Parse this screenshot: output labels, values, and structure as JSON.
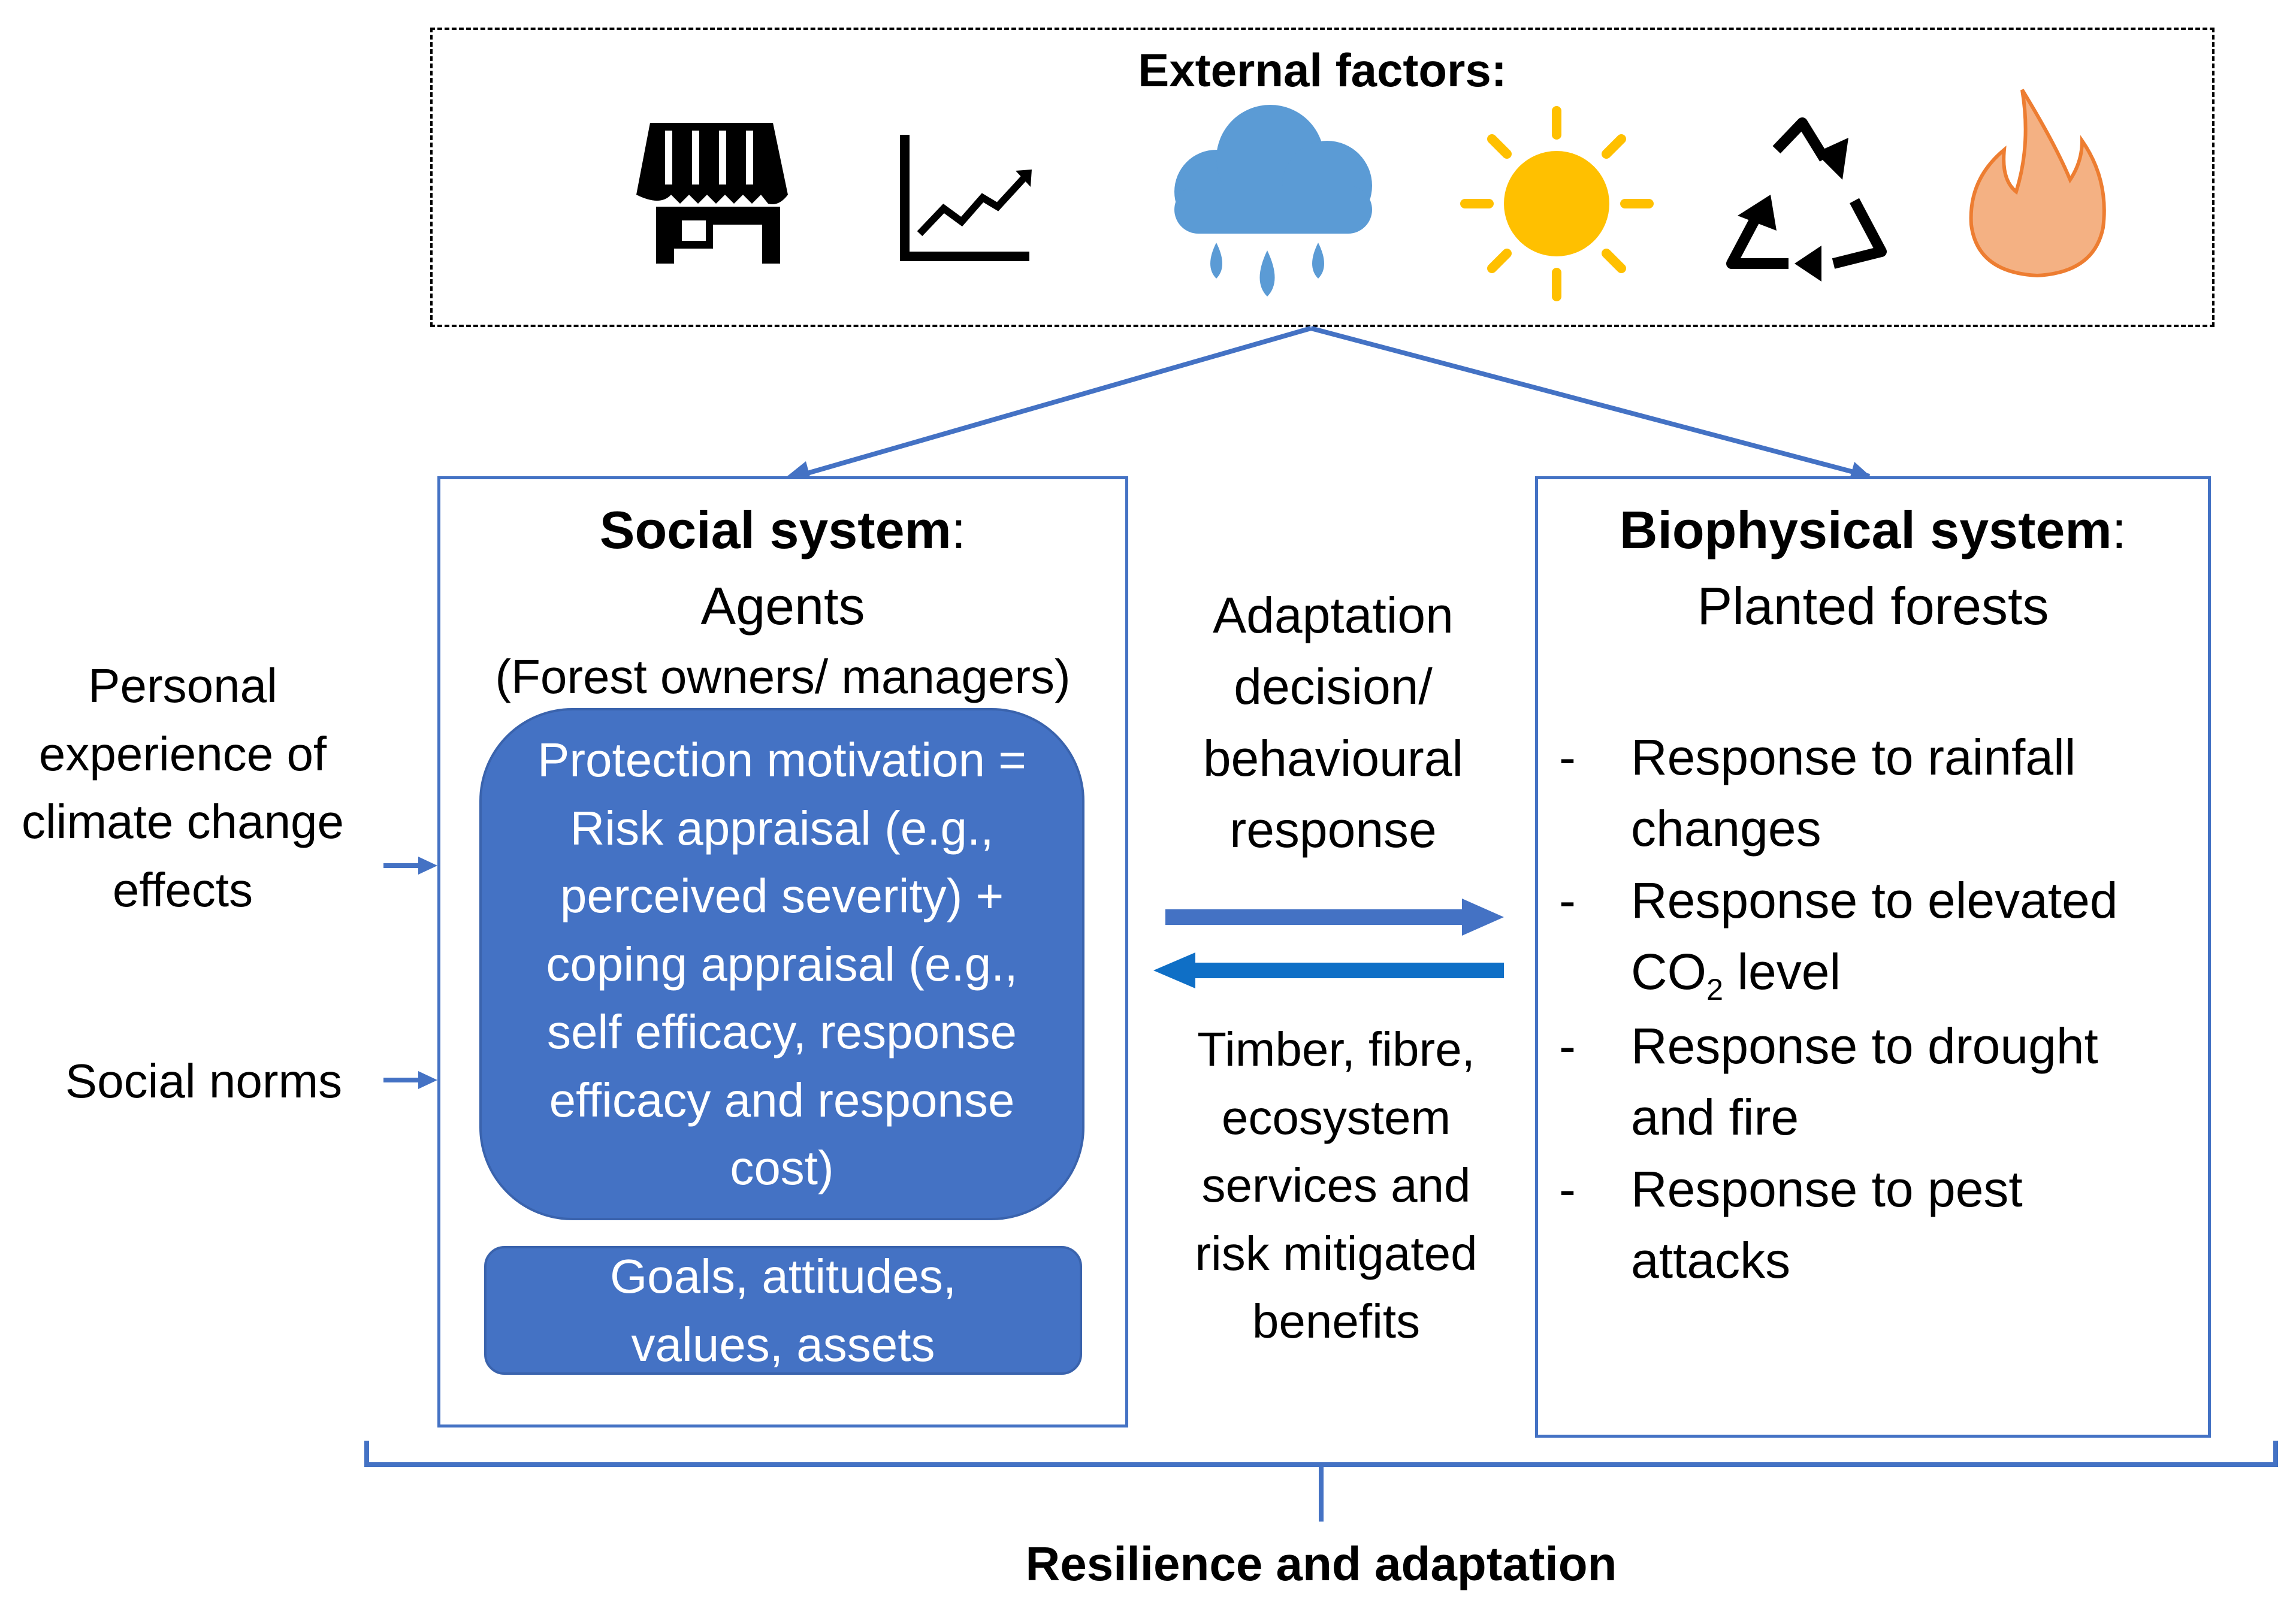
{
  "external": {
    "title": "External factors:",
    "icons": [
      "market-stall-icon",
      "trending-chart-icon",
      "rain-cloud-icon",
      "sun-icon",
      "recycle-icon",
      "fire-icon"
    ]
  },
  "social": {
    "title_bold": "Social system",
    "title_colon": ":",
    "subtitle": "Agents",
    "owners": "(Forest owners/ managers)",
    "protection": "Protection motivation = Risk appraisal (e.g., perceived severity) + coping appraisal (e.g., self efficacy, response efficacy and response cost)",
    "goals": "Goals, attitudes, values, assets"
  },
  "biophysical": {
    "title_bold": "Biophysical system",
    "title_colon": ":",
    "subtitle": "Planted forests",
    "responses": [
      {
        "dash": "-",
        "text": "Response to rainfall changes"
      },
      {
        "dash": "-",
        "text_before": "Response to elevated CO",
        "sub": "2",
        "text_after": " level"
      },
      {
        "dash": "-",
        "text": "Response to drought and fire"
      },
      {
        "dash": "-",
        "text": "Response to pest attacks"
      }
    ]
  },
  "middle": {
    "top": "Adaptation decision/ behavioural response",
    "bottom": "Timber, fibre, ecosystem services and risk mitigated benefits"
  },
  "left": {
    "experience": "Personal experience of climate change effects",
    "norms": "Social norms"
  },
  "footer": "Resilience and adaptation",
  "colors": {
    "accent": "#4472C4",
    "arrow_dark": "#0F6FC6",
    "rain": "#5B9BD5",
    "sun": "#FFC000",
    "fire": "#F4B183",
    "fire_stroke": "#ED7D31"
  }
}
